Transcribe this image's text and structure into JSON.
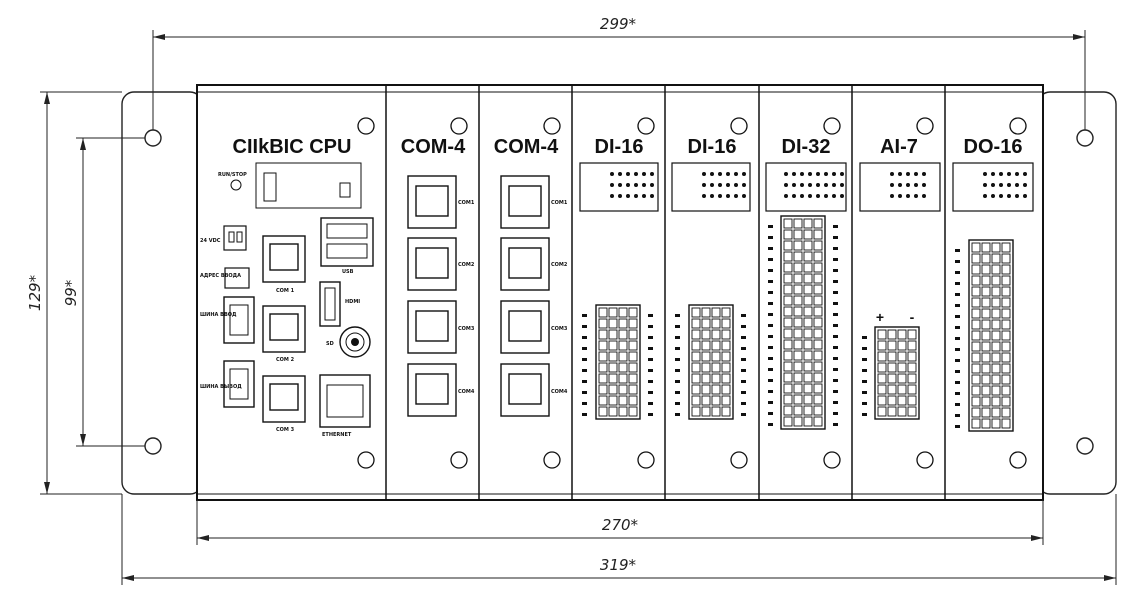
{
  "dimensions": {
    "top": "299*",
    "left_outer": "129*",
    "left_inner": "99*",
    "bottom_inner": "270*",
    "bottom_outer": "319*"
  },
  "modules": [
    {
      "title": "CIIkBIC CPU"
    },
    {
      "title": "COM-4"
    },
    {
      "title": "COM-4"
    },
    {
      "title": "DI-16"
    },
    {
      "title": "DI-16"
    },
    {
      "title": "DI-32"
    },
    {
      "title": "AI-7"
    },
    {
      "title": "DO-16"
    }
  ],
  "cpu": {
    "power_label": "24 VDC",
    "rs485_label": "АДРЕС ВВОДА",
    "bus_in_label": "ШИНА ВВОД",
    "bus_out_label": "ШИНА ВЫВОД",
    "com_labels": [
      "COM 1",
      "COM 2",
      "COM 3"
    ],
    "usb_label": "USB",
    "hdmi_label": "HDMI",
    "sd_label": "SD",
    "ethernet_label": "ETHERNET",
    "status_label": "RUN/STOP"
  },
  "com_ports": [
    "COM1",
    "COM2",
    "COM3",
    "COM4"
  ],
  "ai_polarity": {
    "plus": "+",
    "minus": "-"
  }
}
